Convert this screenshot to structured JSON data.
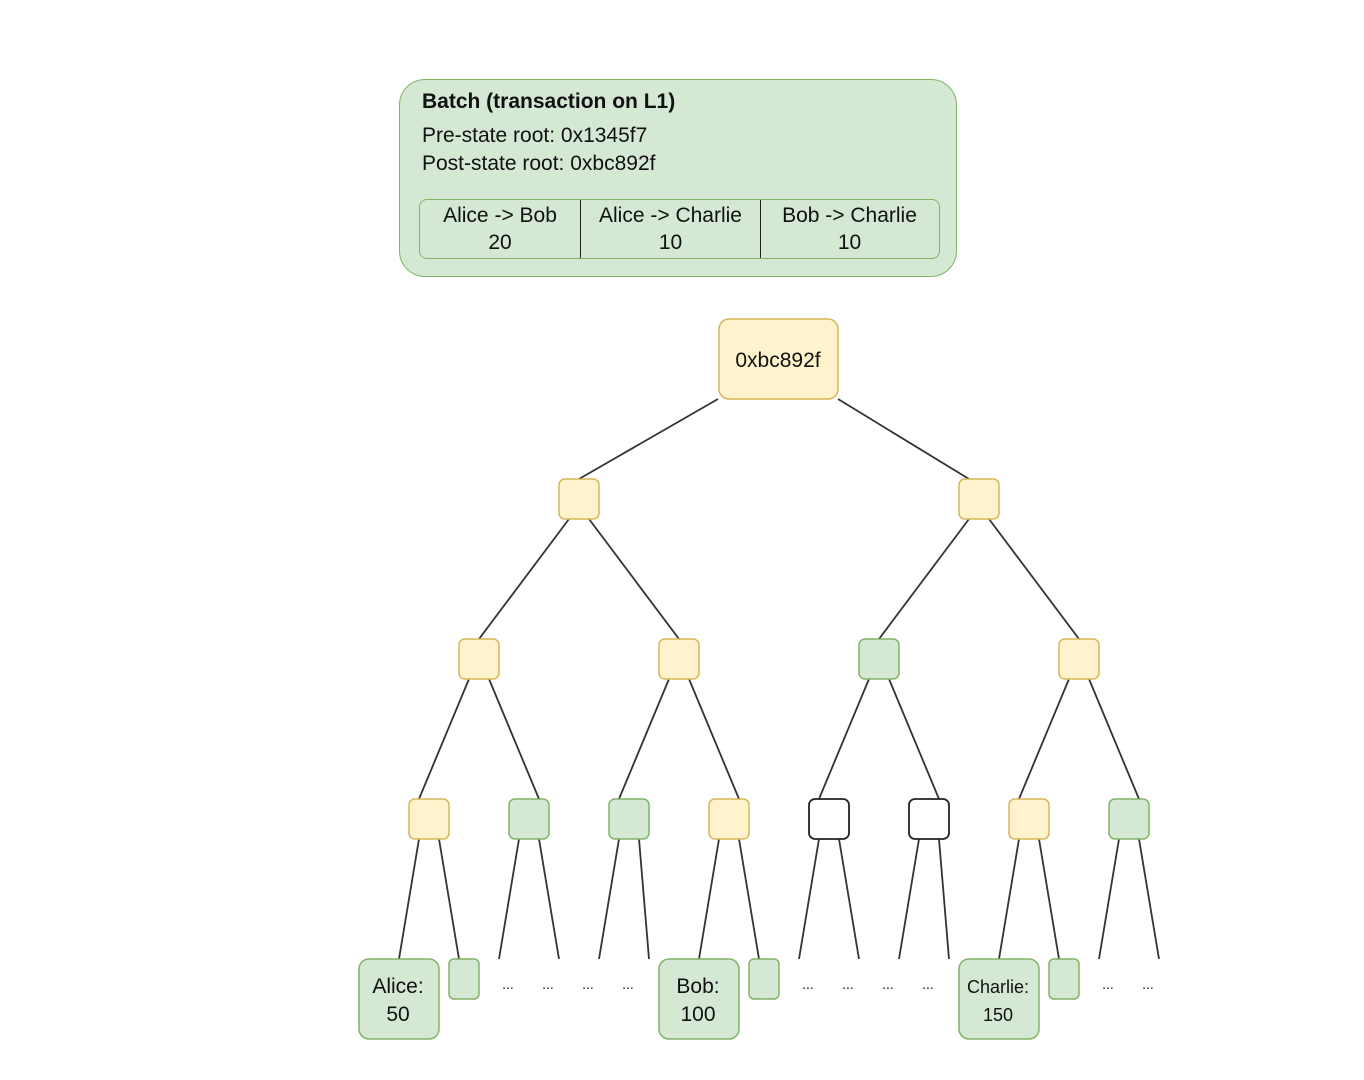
{
  "batch": {
    "title": "Batch (transaction on L1)",
    "pre_state_root": "Pre-state root: 0x1345f7",
    "post_state_root": "Post-state root: 0xbc892f",
    "transactions": [
      {
        "label": "Alice -> Bob",
        "amount": "20"
      },
      {
        "label": "Alice -> Charlie",
        "amount": "10"
      },
      {
        "label": "Bob -> Charlie",
        "amount": "10"
      }
    ]
  },
  "tree": {
    "root_label": "0xbc892f",
    "leaves": [
      {
        "name": "Alice:",
        "value": "50"
      },
      {
        "name": "Bob:",
        "value": "100"
      },
      {
        "name": "Charlie:",
        "value": "150"
      }
    ],
    "ellipsis": "..."
  },
  "colors": {
    "changed_fill": "#fff2cc",
    "changed_stroke": "#d6b656",
    "unchanged_fill": "#d5e8d4",
    "unchanged_stroke": "#82b366",
    "empty_fill": "#ffffff",
    "empty_stroke": "#222222"
  }
}
